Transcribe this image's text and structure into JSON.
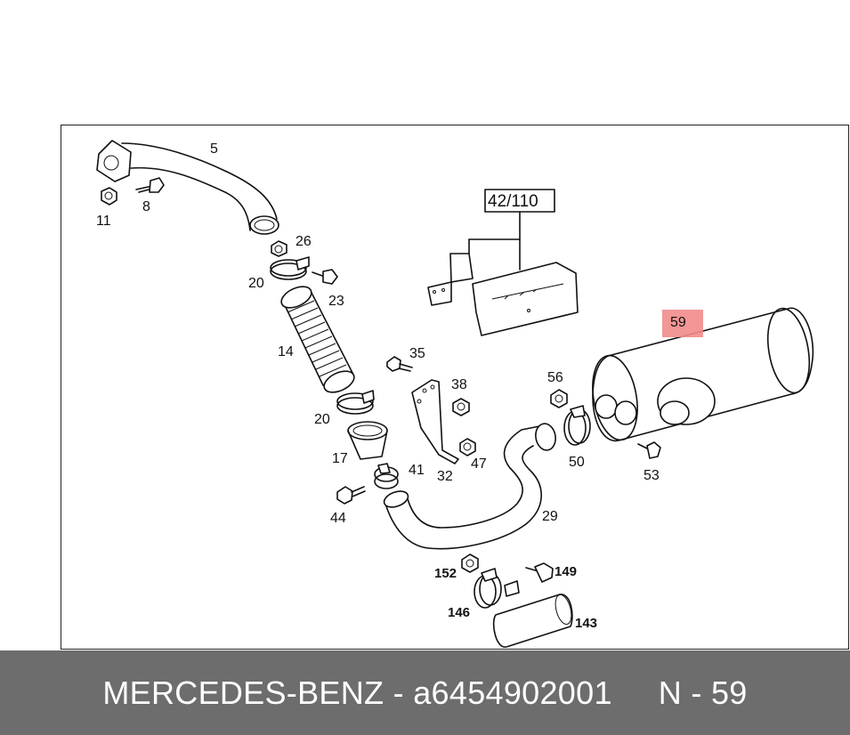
{
  "diagram": {
    "highlight_color": "#f28b8b",
    "labels": {
      "p5": "5",
      "p11": "11",
      "p8": "8",
      "p26": "26",
      "p20a": "20",
      "p23": "23",
      "p14": "14",
      "p20b": "20",
      "p17": "17",
      "p41": "41",
      "p44": "44",
      "p35": "35",
      "p38": "38",
      "p32": "32",
      "p47": "47",
      "p29": "29",
      "p56": "56",
      "p50": "50",
      "p53": "53",
      "p59": "59",
      "p42_110": "42/110",
      "p152": "152",
      "p149": "149",
      "p146": "146",
      "p143": "143"
    }
  },
  "footer": {
    "brand": "MERCEDES-BENZ",
    "separator": "-",
    "part_number": "a6454902001",
    "position_label": "N - 59"
  }
}
